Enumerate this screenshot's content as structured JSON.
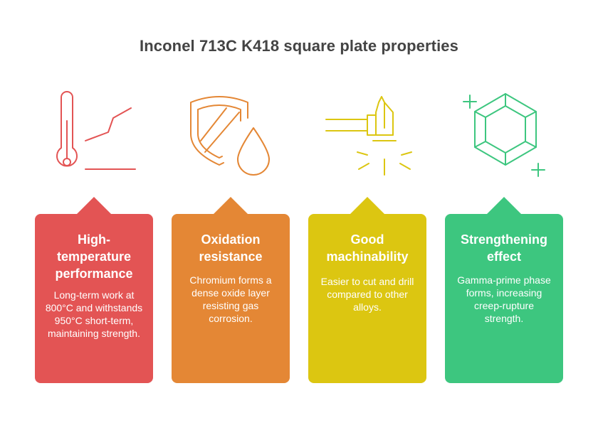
{
  "title": "Inconel 713C K418 square plate properties",
  "cards": [
    {
      "title": "High-temperature performance",
      "description": "Long-term work at 800°C and withstands 950°C short-term, maintaining strength.",
      "color": "#e35454",
      "icon": "thermometer-graph-icon"
    },
    {
      "title": "Oxidation resistance",
      "description": "Chromium forms a dense oxide layer resisting gas corrosion.",
      "color": "#e48735",
      "icon": "shield-droplet-icon"
    },
    {
      "title": "Good machinability",
      "description": "Easier to cut and drill compared to other alloys.",
      "color": "#dcc611",
      "icon": "drill-bit-icon"
    },
    {
      "title": "Strengthening effect",
      "description": "Gamma-prime phase forms, increasing creep-rupture strength.",
      "color": "#3dc67f",
      "icon": "gem-sparkle-icon"
    }
  ]
}
